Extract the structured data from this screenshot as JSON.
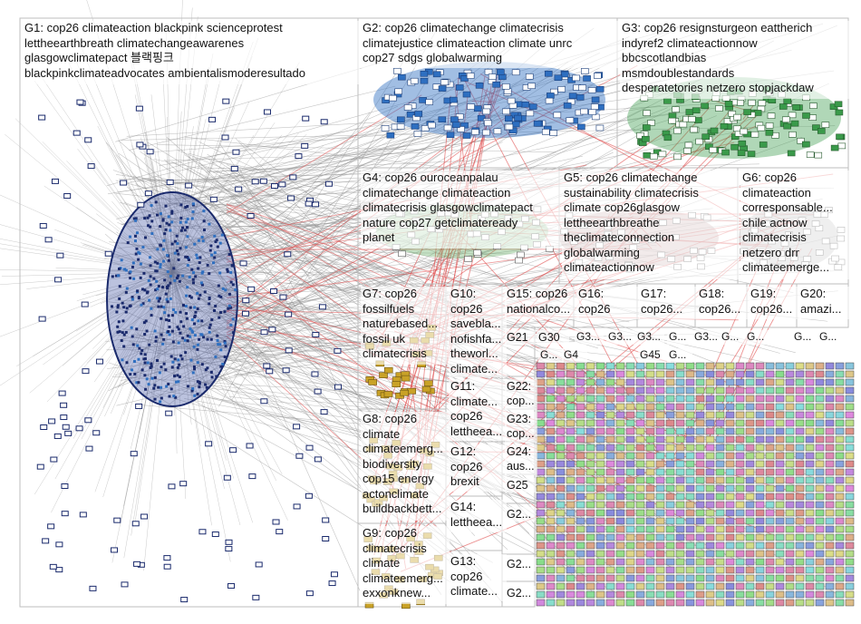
{
  "groups": [
    {
      "id": "g1",
      "text": "G1: cop26 climateaction blackpink scienceprotest\nlettheearthbreath climatechangeawarenes\nglasgowclimatepact 블랙핑크\nblackpinkclimateadvocates ambientalismoderesultado"
    },
    {
      "id": "g2",
      "text": "G2: cop26 climatechange climatecrisis\nclimatejustice climateaction climate unrc\ncop27 sdgs globalwarming"
    },
    {
      "id": "g3",
      "text": "G3: cop26 resignsturgeon eattherich\nindyref2 climateactionnow\nbbcscotlandbias\nmsmdoublestandards\ndesperatetories netzero stopjackdaw"
    },
    {
      "id": "g4",
      "text": "G4: cop26 ouroceanpalau\nclimatechange climateaction\nclimatecrisis glasgowclimatepact\nnature cop27 getclimateready\nplanet"
    },
    {
      "id": "g5",
      "text": "G5: cop26 climatechange\nsustainability climatecrisis\nclimate cop26glasgow\nlettheearthbreathe\ntheclimateconnection\nglobalwarming\nclimateactionnow"
    },
    {
      "id": "g6",
      "text": "G6: cop26\nclimateaction\ncorresponsable...\nchile actnow\nclimatecrisis\nnetzero drr\nclimateemerge..."
    },
    {
      "id": "g7",
      "text": "G7: cop26\nfossilfuels\nnaturebased...\nfossil uk\nclimatecrisis"
    },
    {
      "id": "g8",
      "text": "G8: cop26\nclimate\nclimateemerg...\nbiodiversity\ncop15 energy\nactonclimate\nbuildbackbett..."
    },
    {
      "id": "g9",
      "text": "G9: cop26\nclimatecrisis\nclimate\nclimateemerg...\nexxonknew..."
    },
    {
      "id": "g10",
      "text": "G10:\ncop26\nsavebla...\nnofishfa...\ntheworl...\nclimate..."
    },
    {
      "id": "g11",
      "text": "G11:\nclimate...\ncop26\nlettheea..."
    },
    {
      "id": "g12",
      "text": "G12:\ncop26\nbrexit"
    },
    {
      "id": "g13",
      "text": "G13:\ncop26\nclimate..."
    },
    {
      "id": "g14",
      "text": "G14:\nlettheea..."
    },
    {
      "id": "g15",
      "text": "G15: cop26\nnationalco..."
    },
    {
      "id": "g16",
      "text": "G16:\ncop26"
    },
    {
      "id": "g17",
      "text": "G17:\ncop26..."
    },
    {
      "id": "g18",
      "text": "G18:\ncop26..."
    },
    {
      "id": "g19",
      "text": "G19:\ncop26..."
    },
    {
      "id": "g20",
      "text": "G20:\namazi..."
    },
    {
      "id": "g21",
      "text": "G21"
    },
    {
      "id": "g22",
      "text": "G22:\ncop..."
    },
    {
      "id": "g23",
      "text": "G23:\ncop..."
    },
    {
      "id": "g24",
      "text": "G24:\naus..."
    },
    {
      "id": "g25",
      "text": "G25"
    },
    {
      "id": "g26",
      "text": "G2..."
    },
    {
      "id": "g27",
      "text": "G2..."
    },
    {
      "id": "g28",
      "text": "G2..."
    },
    {
      "id": "g30",
      "text": "G30"
    },
    {
      "id": "gsm1",
      "text": "G3..."
    },
    {
      "id": "gsm2",
      "text": "G3..."
    },
    {
      "id": "gsm3",
      "text": "G3..."
    },
    {
      "id": "gsm4",
      "text": "G..."
    },
    {
      "id": "gsm5",
      "text": "G3..."
    },
    {
      "id": "gsm6",
      "text": "G..."
    },
    {
      "id": "gsm7",
      "text": "G..."
    },
    {
      "id": "gsm8",
      "text": "G..."
    },
    {
      "id": "gsm9",
      "text": "G..."
    },
    {
      "id": "g4b",
      "text": "G4"
    },
    {
      "id": "g45",
      "text": "G45"
    },
    {
      "id": "gsm10",
      "text": "G..."
    },
    {
      "id": "gsm11",
      "text": "G..."
    }
  ],
  "colors": {
    "edge_gray": "#8a8a8a",
    "edge_red": "#e04848",
    "node_navy": "#1a2a6c",
    "node_blue": "#2e6fc0",
    "node_green": "#3a9a4a",
    "node_gold": "#c9a227",
    "box_border": "#bdbdbd"
  }
}
